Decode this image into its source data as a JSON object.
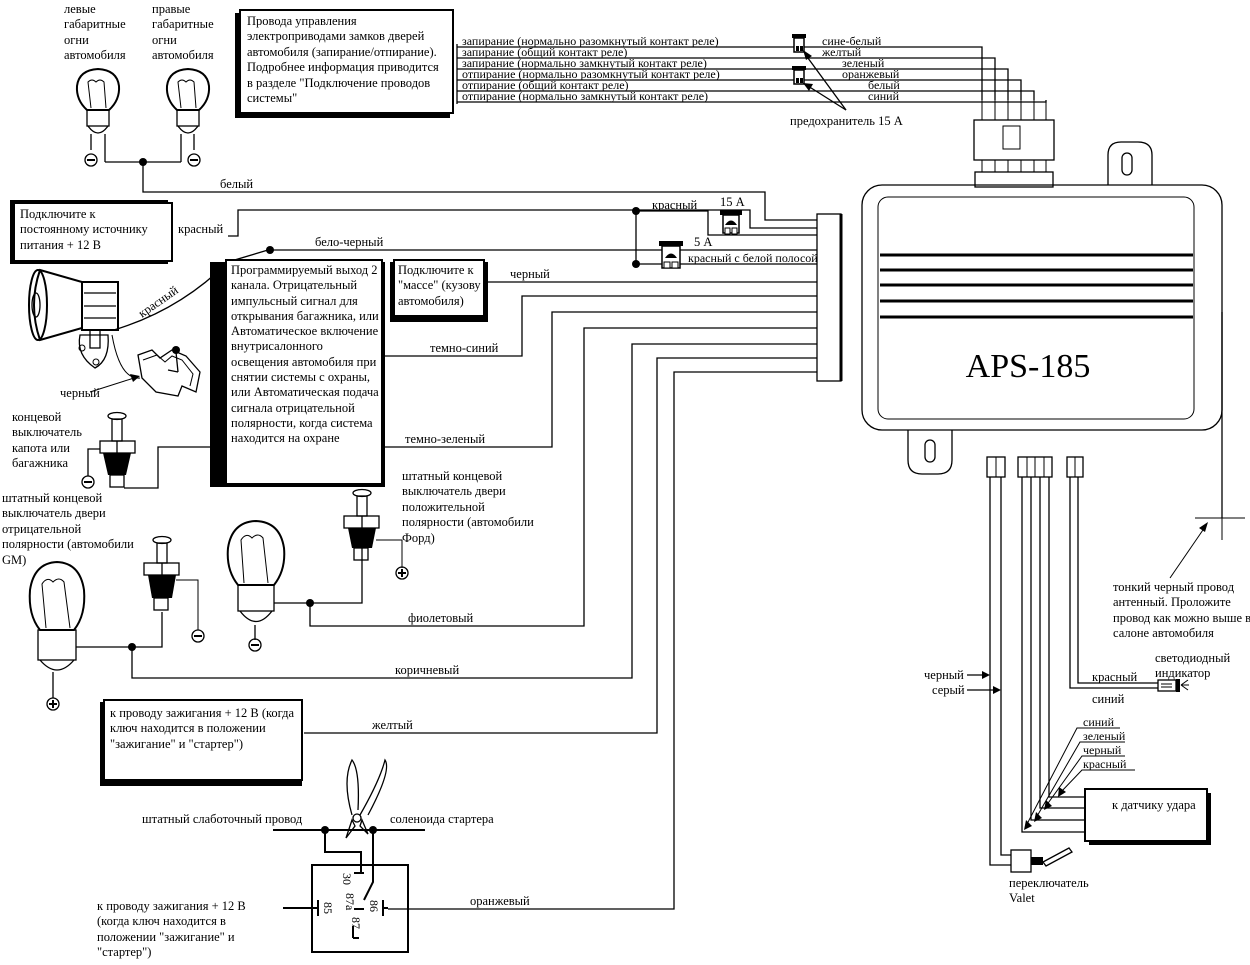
{
  "device": {
    "model": "APS-185"
  },
  "notes": {
    "door_locks": "Провода управления электроприводами замков дверей автомобиля (запирание/отпирание). Подробнее информация приводится в разделе \"Подключение проводов системы\"",
    "constant_power": "Подключите к постоянному источнику питания + 12 В",
    "ground": "Подключите к \"массе\" (кузову автомобиля)",
    "channel2": "Программируемый выход 2 канала. Отрицательный импульсный сигнал для открывания багажника, или Автоматическое включение внутрисалонного освещения автомобиля при снятии системы с охраны, или Автоматическая подача сигнала отрицательной полярности, когда система находится на охране",
    "ignition_top": "к проводу зажигания + 12 В (когда ключ находится в положении \"зажигание\" и \"стартер\")",
    "ignition_bottom": "к проводу зажигания + 12 В (когда ключ находится в положении \"зажигание\" и \"стартер\")",
    "shock_sensor": "к датчику удара"
  },
  "labels": {
    "left_lights": "левые габаритные огни автомобиля",
    "right_lights": "правые габаритные огни автомобиля",
    "hood_switch": "концевой выключатель капота или багажника",
    "gm_door_switch": "штатный концевой выключатель двери отрицательной полярности (автомобили GM)",
    "ford_door_switch": "штатный концевой выключатель двери положительной полярности (автомобили Форд)",
    "antenna": "тонкий черный провод антенный. Проложите провод как можно выше в салоне автомобиля",
    "led": "светодиодный индикатор",
    "valet": "переключатель Valet",
    "fuse_15a_caption": "предохранитель 15 А",
    "low_current_wire": "штатный слаботочный провод",
    "starter_solenoid": "соленоида стартера",
    "horn_black": "черный"
  },
  "lock_wires": [
    {
      "function": "запирание (нормально разомкнутый контакт реле)",
      "color": "сине-белый"
    },
    {
      "function": "запирание (общий контакт реле)",
      "color": "желтый"
    },
    {
      "function": "запирание (нормально замкнутый контакт реле)",
      "color": "зеленый"
    },
    {
      "function": "отпирание (нормально разомкнутый контакт реле)",
      "color": "оранжевый"
    },
    {
      "function": "отпирание (общий контакт реле)",
      "color": "белый"
    },
    {
      "function": "отпирание (нормально замкнутый контакт реле)",
      "color": "синий"
    }
  ],
  "main_wires": {
    "white": "белый",
    "red": "красный",
    "red_fuse": "красный",
    "fuse_15": "15 А",
    "fuse_5": "5 А",
    "white_black": "бело-черный",
    "red_white_stripe": "красный с белой полосой",
    "horn_red": "красный",
    "black": "черный",
    "dark_blue": "темно-синий",
    "dark_green": "темно-зеленый",
    "violet": "фиолетовый",
    "brown": "коричневый",
    "yellow": "желтый",
    "orange": "оранжевый"
  },
  "bottom_wires": {
    "black": "черный",
    "grey": "серый",
    "led_red": "красный",
    "led_blue": "синий",
    "shock": [
      "синий",
      "зеленый",
      "черный",
      "красный"
    ]
  },
  "relay_pins": {
    "p30": "30",
    "p87a": "87a",
    "p85": "85",
    "p86": "86",
    "p87": "87"
  }
}
